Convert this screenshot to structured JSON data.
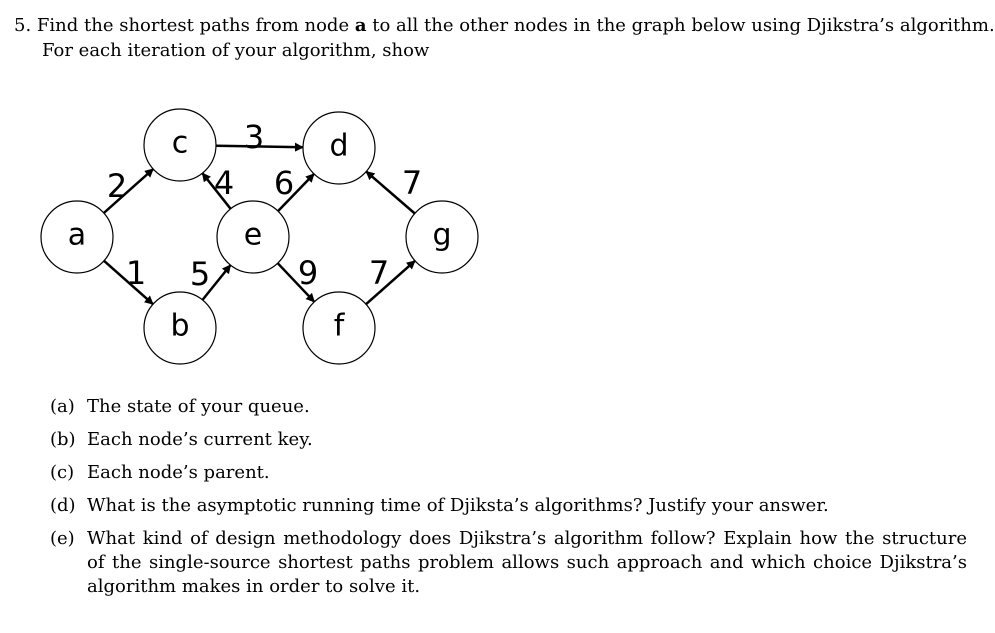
{
  "question": {
    "number": "5.",
    "line1_before": "Find the shortest paths from node",
    "line1_bold": "a",
    "line1_after": "to all the other nodes in the graph below using Djikstra’s algorithm.",
    "line2": "For each iteration of your algorithm, show"
  },
  "graph": {
    "nodes": [
      {
        "id": "a",
        "label": "a"
      },
      {
        "id": "b",
        "label": "b"
      },
      {
        "id": "c",
        "label": "c"
      },
      {
        "id": "d",
        "label": "d"
      },
      {
        "id": "e",
        "label": "e"
      },
      {
        "id": "f",
        "label": "f"
      },
      {
        "id": "g",
        "label": "g"
      }
    ],
    "edges": [
      {
        "from": "a",
        "to": "c",
        "weight": "2"
      },
      {
        "from": "a",
        "to": "b",
        "weight": "1"
      },
      {
        "from": "c",
        "to": "d",
        "weight": "3"
      },
      {
        "from": "e",
        "to": "c",
        "weight": "4"
      },
      {
        "from": "e",
        "to": "d",
        "weight": "6"
      },
      {
        "from": "b",
        "to": "e",
        "weight": "5"
      },
      {
        "from": "e",
        "to": "f",
        "weight": "9"
      },
      {
        "from": "f",
        "to": "g",
        "weight": "7"
      },
      {
        "from": "g",
        "to": "d",
        "weight": "7"
      }
    ]
  },
  "items": [
    {
      "label": "(a)",
      "text": "The state of your queue."
    },
    {
      "label": "(b)",
      "text": "Each node’s current key."
    },
    {
      "label": "(c)",
      "text": "Each node’s parent."
    },
    {
      "label": "(d)",
      "text": "What is the asymptotic running time of Djiksta’s algorithms? Justify your answer."
    },
    {
      "label": "(e)",
      "text": "What kind of design methodology does Djikstra’s algorithm follow? Explain how the structure of the single-source shortest paths problem allows such approach and which choice Djikstra’s algorithm makes in order to solve it."
    }
  ]
}
